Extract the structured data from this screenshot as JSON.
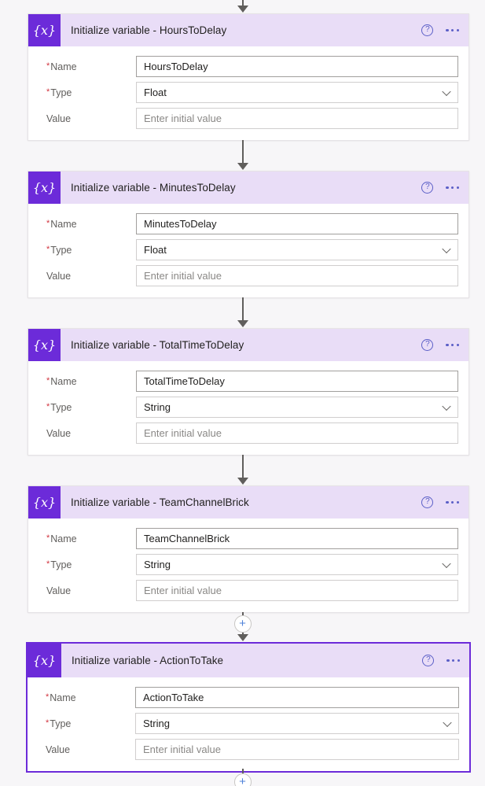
{
  "background_color": "#f7f6f8",
  "accent_color": "#6c2bd9",
  "header_bg_color": "#e9ddf7",
  "selection_border_color": "#6c2bd9",
  "labels": {
    "name": "Name",
    "type": "Type",
    "value": "Value",
    "required_marker": "*"
  },
  "icons": {
    "variable": "{x}",
    "help": "?",
    "more": "more-options",
    "add": "+",
    "dropdown": "chevron-down"
  },
  "placeholders": {
    "value": "Enter initial value"
  },
  "cards": [
    {
      "title": "Initialize variable - HoursToDelay",
      "name_value": "HoursToDelay",
      "type_value": "Float",
      "value_placeholder": "Enter initial value",
      "selected": false
    },
    {
      "title": "Initialize variable - MinutesToDelay",
      "name_value": "MinutesToDelay",
      "type_value": "Float",
      "value_placeholder": "Enter initial value",
      "selected": false
    },
    {
      "title": "Initialize variable - TotalTimeToDelay",
      "name_value": "TotalTimeToDelay",
      "type_value": "String",
      "value_placeholder": "Enter initial value",
      "selected": false
    },
    {
      "title": "Initialize variable - TeamChannelBrick",
      "name_value": "TeamChannelBrick",
      "type_value": "String",
      "value_placeholder": "Enter initial value",
      "selected": false
    },
    {
      "title": "Initialize variable - ActionToTake",
      "name_value": "ActionToTake",
      "type_value": "String",
      "value_placeholder": "Enter initial value",
      "selected": true
    }
  ]
}
